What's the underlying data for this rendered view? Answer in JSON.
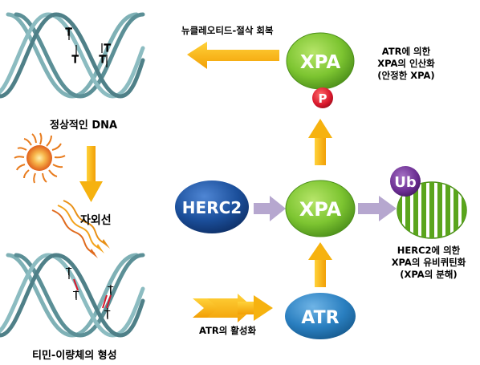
{
  "labels": {
    "normal_dna": "정상적인 DNA",
    "uv": "자외선",
    "thymine_dimer": "티민-이량체의 형성",
    "nucleotide_repair": "뉴클레오티드-절삭 회복",
    "atr_activation": "ATR의 활성화",
    "stabilized": "ATR에 의한\nXPA의 인산화\n(안정한 XPA)",
    "degradation": "HERC2에 의한\nXPA의 유비퀴틴화\n(XPA의 분해)"
  },
  "nodes": {
    "xpa_top": "XPA",
    "xpa_mid": "XPA",
    "herc2": "HERC2",
    "atr": "ATR",
    "phospho": "P",
    "ubiquitin": "Ub"
  },
  "dna_bases": [
    "T",
    "T",
    "T",
    "T"
  ],
  "colors": {
    "xpa_green": "#7dc531",
    "herc2_blue": "#1b4f9b",
    "atr_blue": "#2a7fc0",
    "phospho_red": "#d8172b",
    "ubiquitin_purple": "#6a2c91",
    "arrow_orange": "#f6b20f",
    "arrow_lilac": "#b6a7cf",
    "dna_teal": "#5b8f96",
    "lesion_red": "#d8172b"
  }
}
